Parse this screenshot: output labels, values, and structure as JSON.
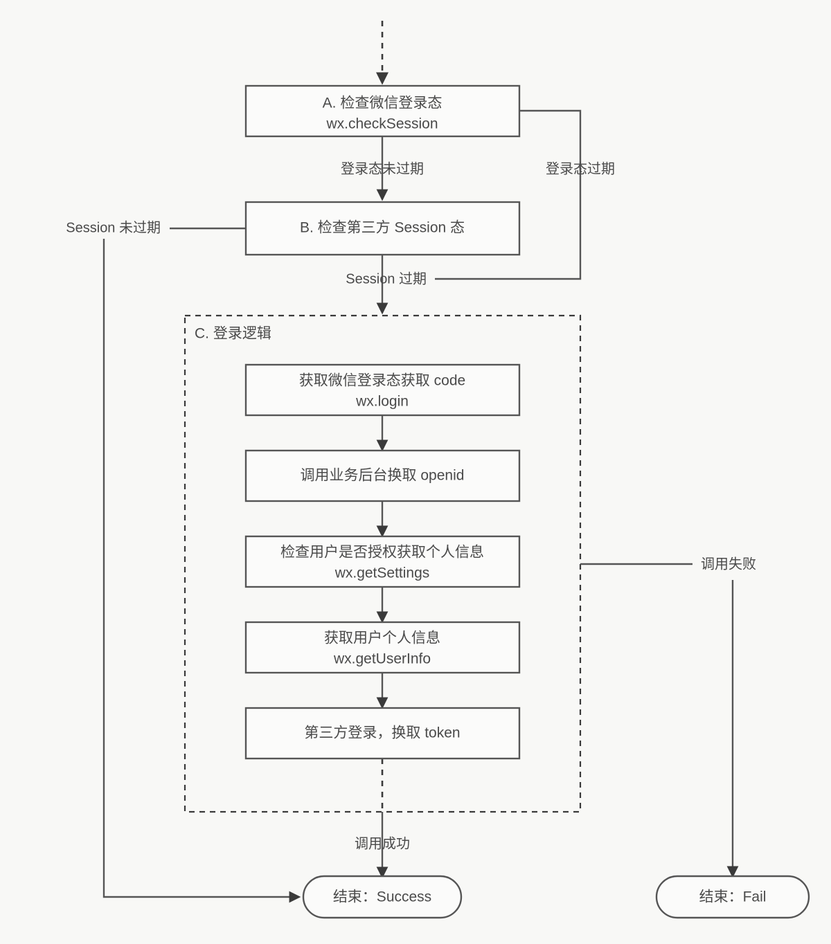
{
  "diagram": {
    "title": "WeChat Mini Program Login Flow",
    "colors": {
      "background": "#f8f8f6",
      "node_fill": "#fbfbfa",
      "stroke": "#555555",
      "text": "#4a4a4a"
    },
    "nodes": [
      {
        "id": "A",
        "shape": "rect",
        "line1": "A. 检查微信登录态",
        "line2": "wx.checkSession"
      },
      {
        "id": "B",
        "shape": "rect",
        "line1": "B. 检查第三方 Session 态",
        "line2": ""
      },
      {
        "id": "C1",
        "shape": "rect",
        "line1": "获取微信登录态获取 code",
        "line2": "wx.login"
      },
      {
        "id": "C2",
        "shape": "rect",
        "line1": "调用业务后台换取 openid",
        "line2": ""
      },
      {
        "id": "C3",
        "shape": "rect",
        "line1": "检查用户是否授权获取个人信息",
        "line2": "wx.getSettings"
      },
      {
        "id": "C4",
        "shape": "rect",
        "line1": "获取用户个人信息",
        "line2": "wx.getUserInfo"
      },
      {
        "id": "C5",
        "shape": "rect",
        "line1": "第三方登录，换取 token",
        "line2": ""
      },
      {
        "id": "END_SUCCESS",
        "shape": "stadium",
        "line1": "结束：Success",
        "line2": ""
      },
      {
        "id": "END_FAIL",
        "shape": "stadium",
        "line1": "结束：Fail",
        "line2": ""
      }
    ],
    "group": {
      "id": "C",
      "label": "C. 登录逻辑",
      "style": "dashed"
    },
    "edge_labels": [
      {
        "id": "label-not-expired",
        "text": "登录态未过期"
      },
      {
        "id": "label-session-expired-wx",
        "text": "登录态过期"
      },
      {
        "id": "label-session-valid",
        "text": "Session 未过期"
      },
      {
        "id": "label-session-expired",
        "text": "Session 过期"
      },
      {
        "id": "label-call-success",
        "text": "调用成功"
      },
      {
        "id": "label-call-fail",
        "text": "调用失败"
      }
    ]
  }
}
